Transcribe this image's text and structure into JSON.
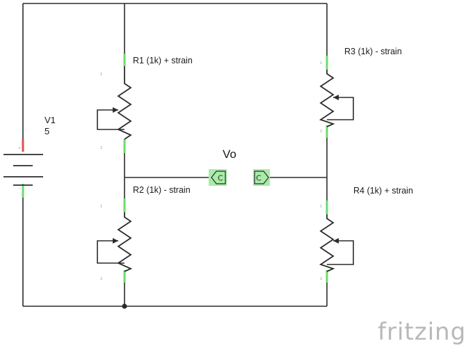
{
  "labels": {
    "v1": "V1",
    "v1_value": "5",
    "r1": "R1 (1k) + strain",
    "r2": "R2 (1k) - strain",
    "r3": "R3 (1k) - strain",
    "r4": "R4 (1k) + strain",
    "vo": "Vo",
    "probe_left": "C",
    "probe_right": "C"
  },
  "watermark": {
    "text": "fritzing"
  },
  "colors": {
    "wire": "#2b2b2b",
    "pin_green": "#6ddb6d",
    "pin_red": "#e05050",
    "probe_fill": "#a8eca8",
    "watermark": "#b8b8b8"
  }
}
